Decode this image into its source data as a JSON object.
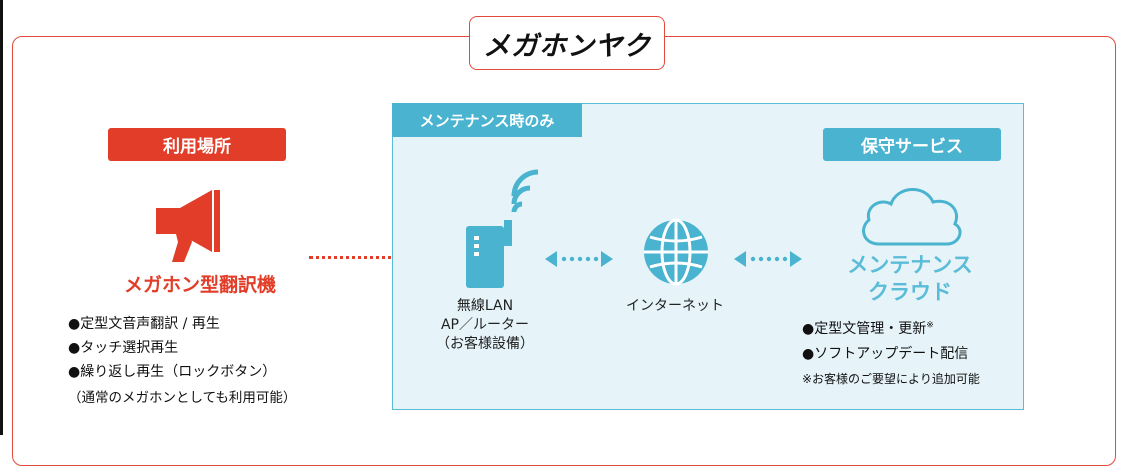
{
  "title": "メガホンヤク",
  "usage_place": {
    "badge": "利用場所",
    "device_name": "メガホン型翻訳機",
    "features": [
      "●定型文音声翻訳 / 再生",
      "●タッチ選択再生",
      "●繰り返し再生（ロックボタン）"
    ],
    "note": "（通常のメガホンとしても利用可能）"
  },
  "maintenance": {
    "tab": "メンテナンス時のみ",
    "router": {
      "line1": "無線LAN",
      "line2": "AP／ルーター",
      "line3": "（お客様設備）"
    },
    "internet": "インターネット"
  },
  "service": {
    "badge": "保守サービス",
    "cloud_line1": "メンテナンス",
    "cloud_line2": "クラウド",
    "feature1": "●定型文管理・更新",
    "feature1_mark": "※",
    "feature2": "●ソフトアップデート配信",
    "note": "※お客様のご要望により追加可能"
  },
  "colors": {
    "brand_red": "#e23d28",
    "accent_blue": "#49b3d0",
    "panel_blue": "#e6f4f9"
  },
  "icons": [
    "megaphone-icon",
    "wifi-router-icon",
    "globe-icon",
    "cloud-icon",
    "double-arrow-icon"
  ]
}
